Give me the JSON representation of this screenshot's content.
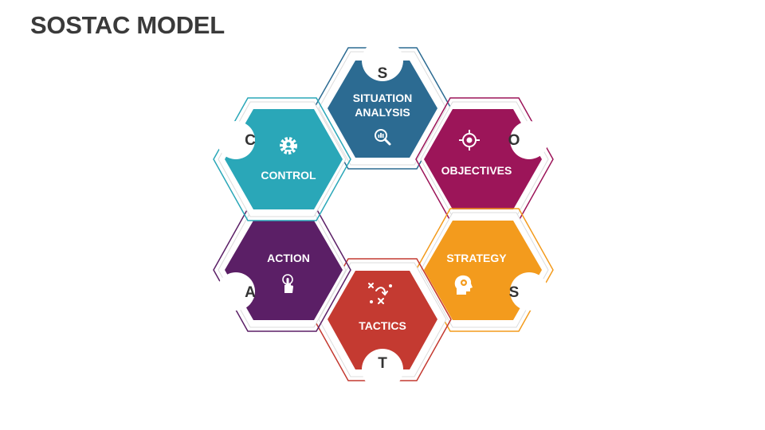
{
  "title": "SOSTAC MODEL",
  "stages": [
    {
      "letter": "S",
      "label_lines": [
        "SITUATION",
        "ANALYSIS"
      ],
      "icon": "magnifier-chart-icon",
      "color": "#2c6b92"
    },
    {
      "letter": "O",
      "label_lines": [
        "OBJECTIVES"
      ],
      "icon": "target-icon",
      "color": "#9c1559"
    },
    {
      "letter": "S",
      "label_lines": [
        "STRATEGY"
      ],
      "icon": "head-gear-icon",
      "color": "#f39b1d"
    },
    {
      "letter": "T",
      "label_lines": [
        "TACTICS"
      ],
      "icon": "play-diagram-icon",
      "color": "#c43a31"
    },
    {
      "letter": "A",
      "label_lines": [
        "ACTION"
      ],
      "icon": "hand-pointer-icon",
      "color": "#5b1f66"
    },
    {
      "letter": "C",
      "label_lines": [
        "CONTROL"
      ],
      "icon": "gear-person-icon",
      "color": "#2aa7b8"
    }
  ]
}
